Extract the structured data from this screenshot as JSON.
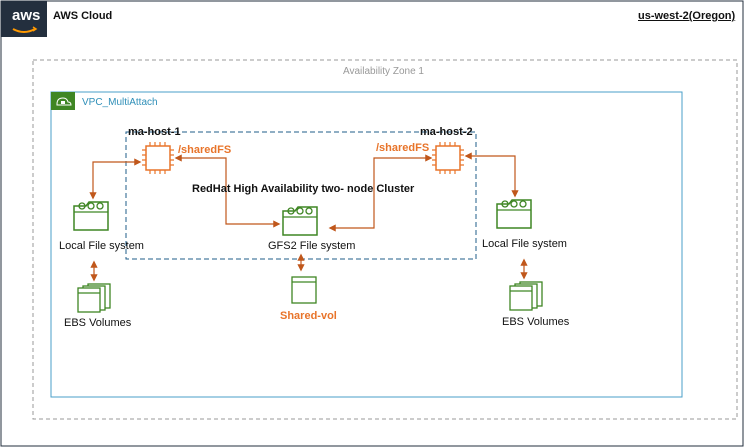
{
  "cloud": {
    "logo_text": "aws",
    "title": "AWS Cloud",
    "region": "us-west-2(Oregon)"
  },
  "availability_zone": {
    "label": "Availability Zone 1"
  },
  "vpc": {
    "label": "VPC_MultiAttach"
  },
  "cluster": {
    "label": "RedHat High Availability  two- node Cluster"
  },
  "hosts": [
    {
      "name": "ma-host-1",
      "mount": "/sharedFS"
    },
    {
      "name": "ma-host-2",
      "mount": "/sharedFS"
    }
  ],
  "shared_fs": {
    "label": "GFS2 File system"
  },
  "local_fs": [
    {
      "label": "Local File system"
    },
    {
      "label": "Local File system"
    }
  ],
  "ebs": [
    {
      "label": "EBS Volumes"
    },
    {
      "label": "EBS Volumes"
    }
  ],
  "shared_volume": {
    "label": "Shared-vol"
  },
  "colors": {
    "aws_dark": "#232f3e",
    "vpc_green": "#3f8624",
    "vpc_border": "#4a9fc8",
    "accent_orange": "#e8742a",
    "folder_green": "#3f8624",
    "ebs_green": "#3f8624",
    "cluster_border": "#1f5c8a"
  }
}
